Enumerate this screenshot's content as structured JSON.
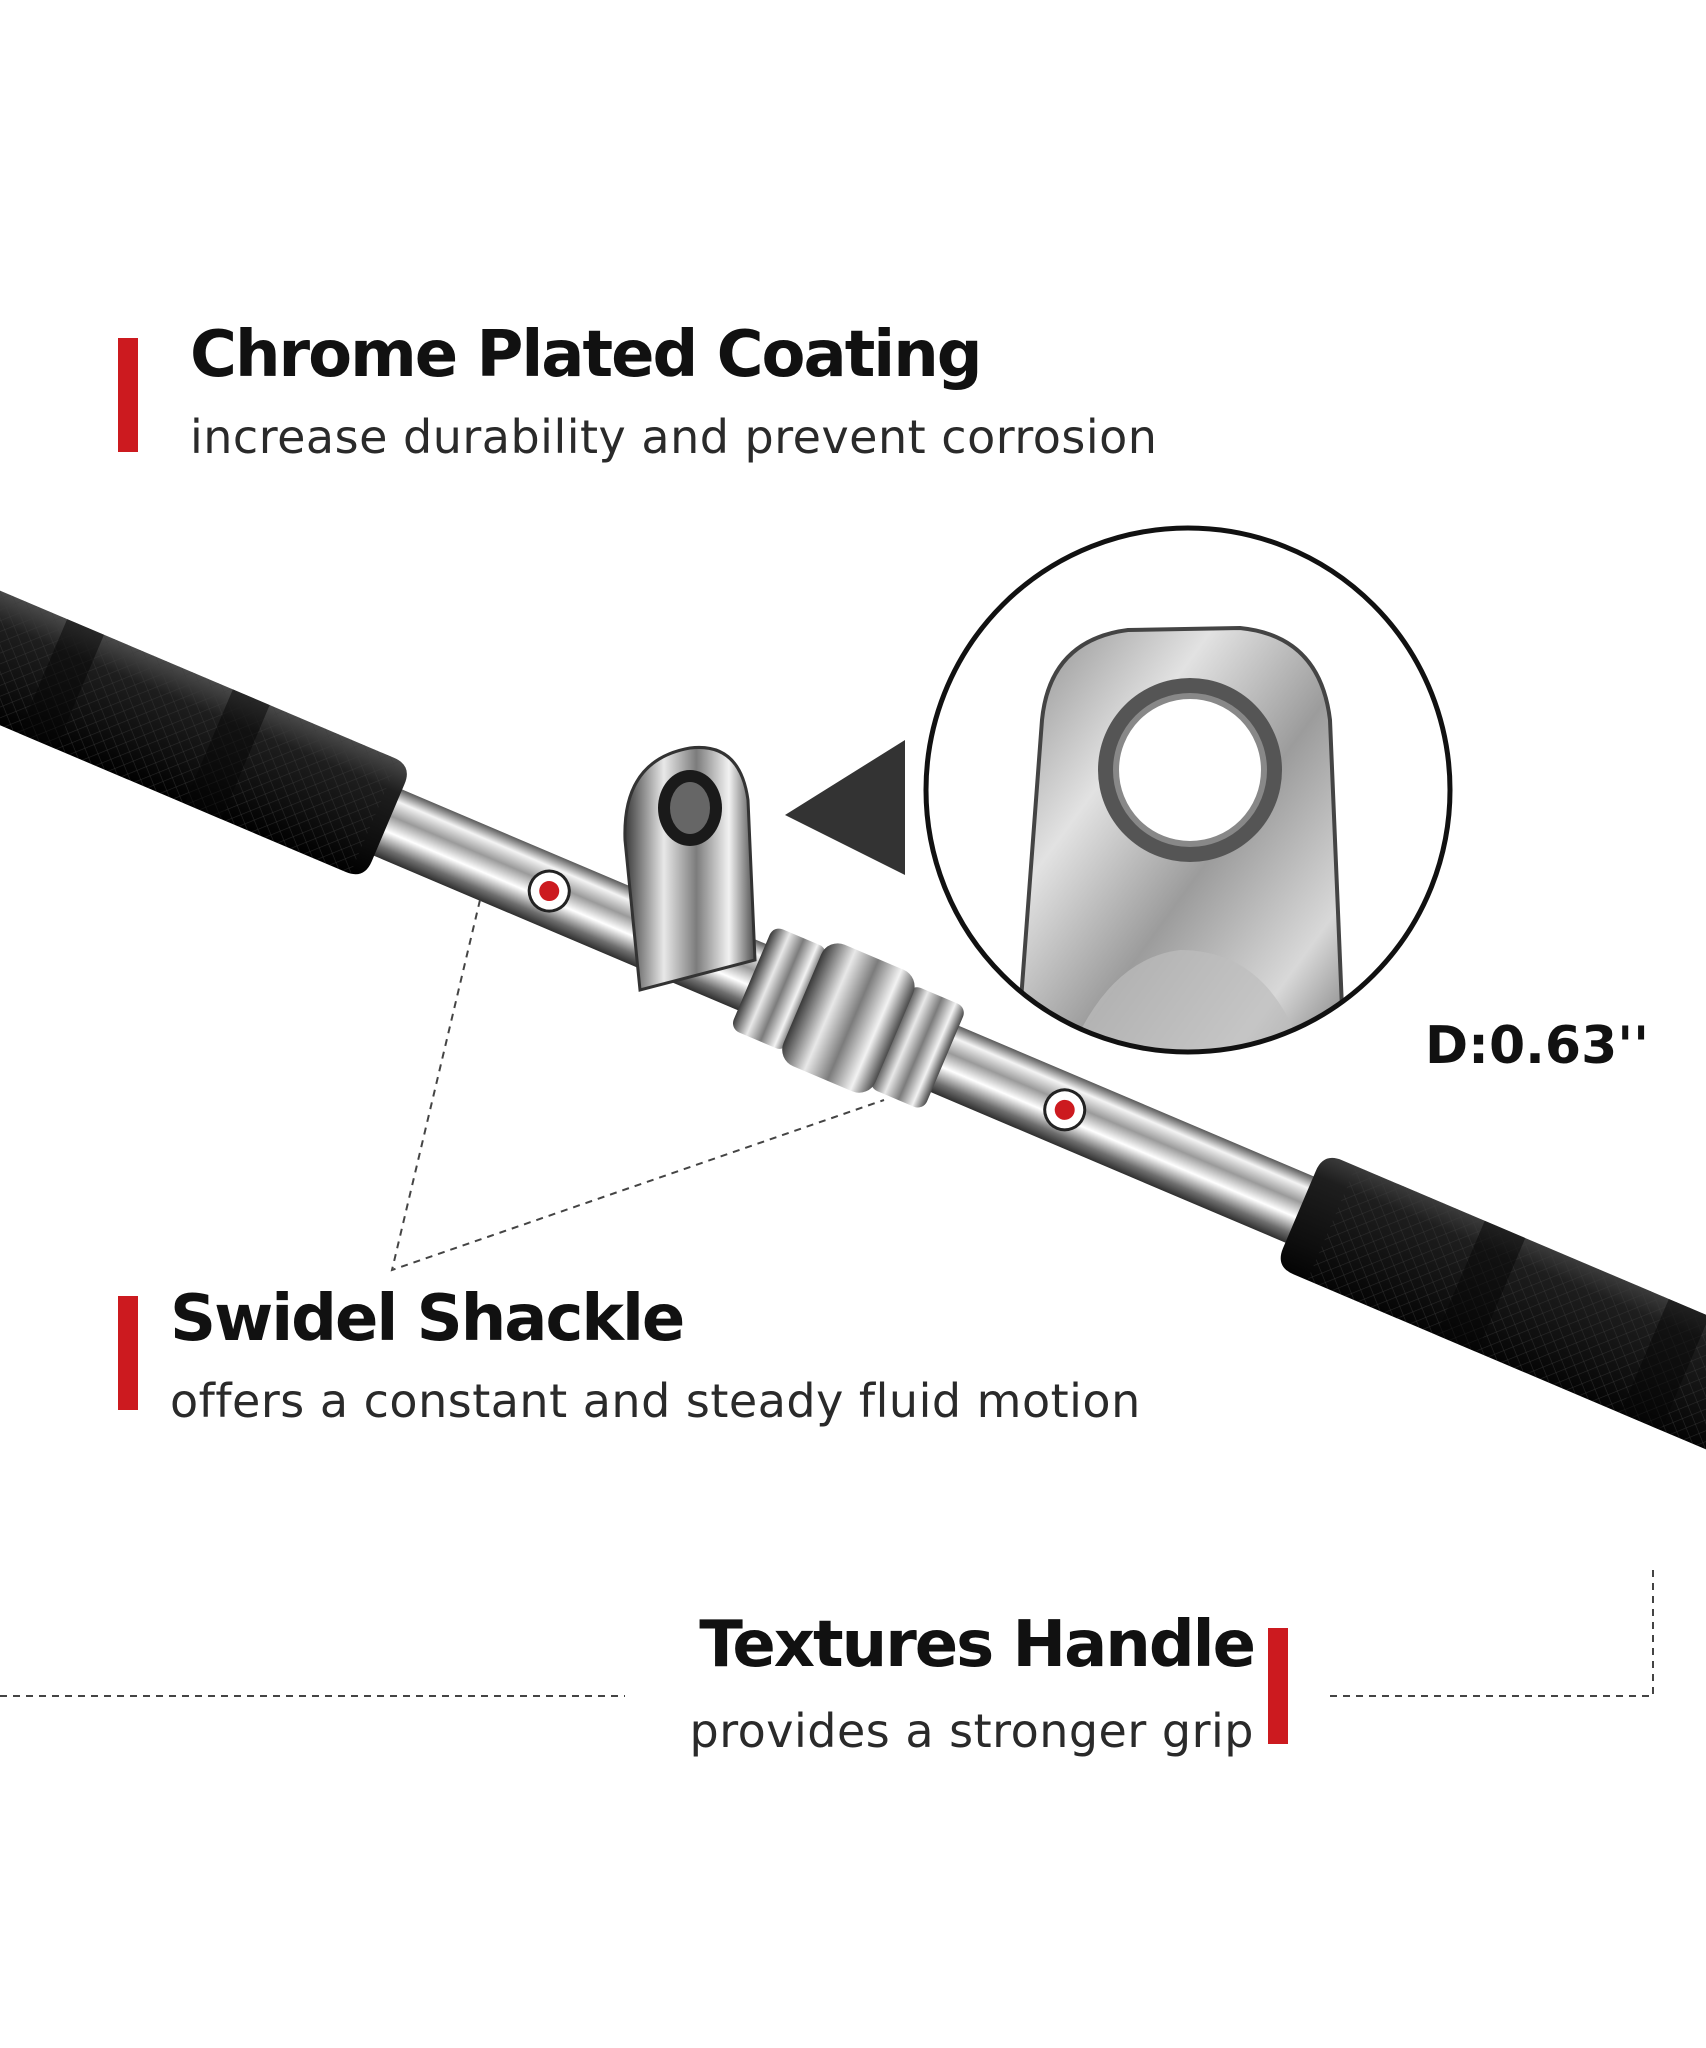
{
  "features": {
    "chrome": {
      "title": "Chrome Plated Coating",
      "subtitle": "increase durability and prevent corrosion"
    },
    "shackle": {
      "title": "Swidel Shackle",
      "subtitle": "offers a constant and steady fluid motion"
    },
    "handle": {
      "title": "Textures Handle",
      "subtitle": "provides a stronger grip"
    }
  },
  "dimension": {
    "label": "D:0.63''"
  },
  "colors": {
    "accent_red": "#cc1a1f",
    "text_dark": "#111111",
    "text_body": "#2a2a2a",
    "background": "#ffffff"
  },
  "icons": {
    "pointer": "triangle-pointer-icon",
    "marker": "red-dot-marker-icon"
  }
}
